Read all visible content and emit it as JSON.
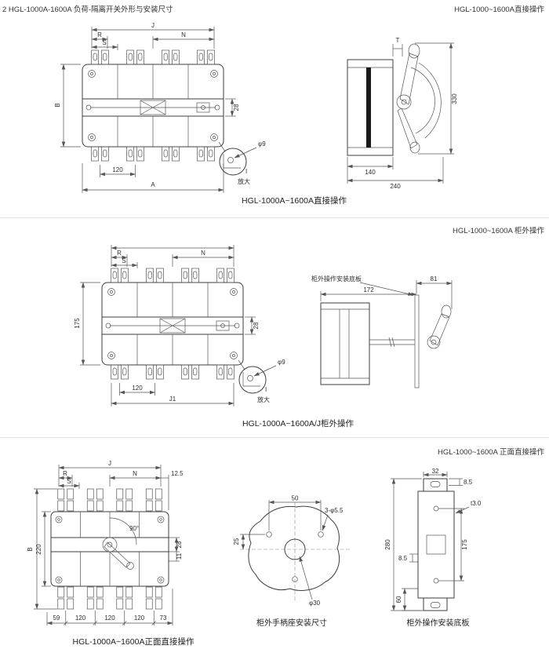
{
  "page": {
    "title_left": "2 HGL-1000A-1600A 负荷-隔离开关外形与安装尺寸",
    "background": "#ffffff",
    "line_color": "#3d3d3d"
  },
  "section1": {
    "header_right": "HGL-1000~1600A直接操作",
    "caption": "HGL-1000A~1600A直接操作",
    "front_dims": {
      "J": "J",
      "N": "N",
      "R": "R",
      "S": "S",
      "B": "B",
      "A": "A",
      "d120": "120",
      "d28": "28",
      "phi9": "φ9",
      "detail_mark": "I",
      "detail_label": "放大"
    },
    "side_dims": {
      "T": "T",
      "d330": "330",
      "d140": "140",
      "d240": "240"
    }
  },
  "section2": {
    "header_right": "HGL-1000~1600A 柜外操作",
    "caption": "HGL-1000A~1600A/J柜外操作",
    "front_dims": {
      "N": "N",
      "R": "R",
      "S": "S",
      "d175": "175",
      "d120": "120",
      "J1": "J1",
      "d28": "28",
      "phi9": "φ9",
      "detail_mark": "I",
      "detail_label": "放大"
    },
    "side_dims": {
      "plate_label": "柜外操作安装底板",
      "d172": "172",
      "d81": "81"
    }
  },
  "section3": {
    "header_right": "HGL-1000~1600A 正面直接操作",
    "caption": "HGL-1000A~1600A正面直接操作",
    "front_dims": {
      "J": "J",
      "R": "R",
      "S": "S",
      "N": "N",
      "d12_5": "12.5",
      "B": "B",
      "d220": "220",
      "d28": "28",
      "d11": "11",
      "deg90": "90°",
      "d59": "59",
      "d120a": "120",
      "d120b": "120",
      "d120c": "120",
      "d73": "73"
    },
    "handle_seat": {
      "caption": "柜外手柄座安装尺寸",
      "d50": "50",
      "d25": "25",
      "holes": "3-φ5.5",
      "phi30": "φ30"
    },
    "base_plate": {
      "caption": "柜外操作安装底板",
      "d32": "32",
      "d85_top": "8.5",
      "thickness": "t3.0",
      "d280": "280",
      "d175": "175",
      "d85_mid": "8.5",
      "d60": "60"
    }
  }
}
